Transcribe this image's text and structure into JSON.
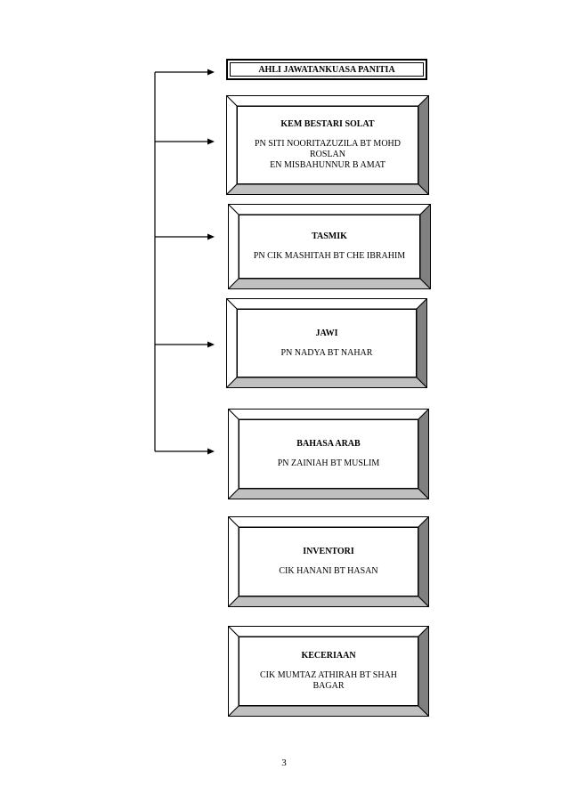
{
  "header": {
    "label": "AHLI JAWATANKUASA PANITIA"
  },
  "units": [
    {
      "title": "KEM BESTARI SOLAT",
      "members": [
        "PN SITI NOORITAZUZILA BT MOHD",
        "ROSLAN",
        "EN MISBAHUNNUR B AMAT"
      ]
    },
    {
      "title": "TASMIK",
      "members": [
        "PN CIK MASHITAH BT CHE IBRAHIM"
      ]
    },
    {
      "title": "JAWI",
      "members": [
        "PN NADYA BT  NAHAR"
      ]
    },
    {
      "title": "BAHASA ARAB",
      "members": [
        "PN ZAINIAH BT MUSLIM"
      ]
    },
    {
      "title": "INVENTORI",
      "members": [
        "CIK HANANI BT HASAN"
      ]
    },
    {
      "title": "KECERIAAN",
      "members": [
        "CIK MUMTAZ ATHIRAH BT SHAH",
        "BAGAR"
      ]
    }
  ],
  "page_number": "3"
}
